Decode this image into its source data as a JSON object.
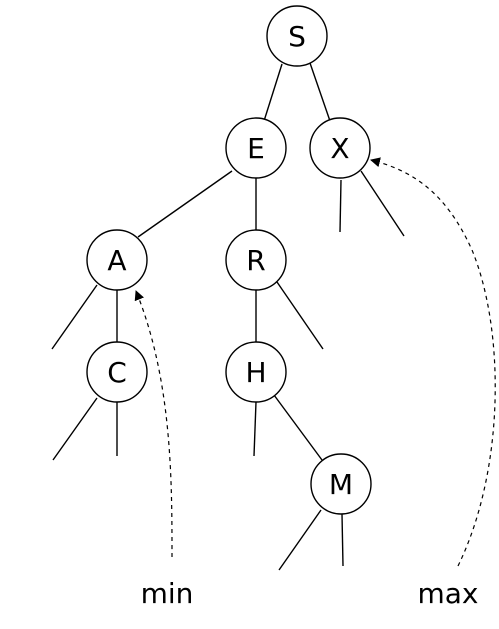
{
  "nodes": {
    "S": "S",
    "E": "E",
    "X": "X",
    "A": "A",
    "R": "R",
    "C": "C",
    "H": "H",
    "M": "M"
  },
  "labels": {
    "min": "min",
    "max": "max"
  },
  "colors": {
    "stroke": "#000000",
    "background": "#ffffff"
  }
}
